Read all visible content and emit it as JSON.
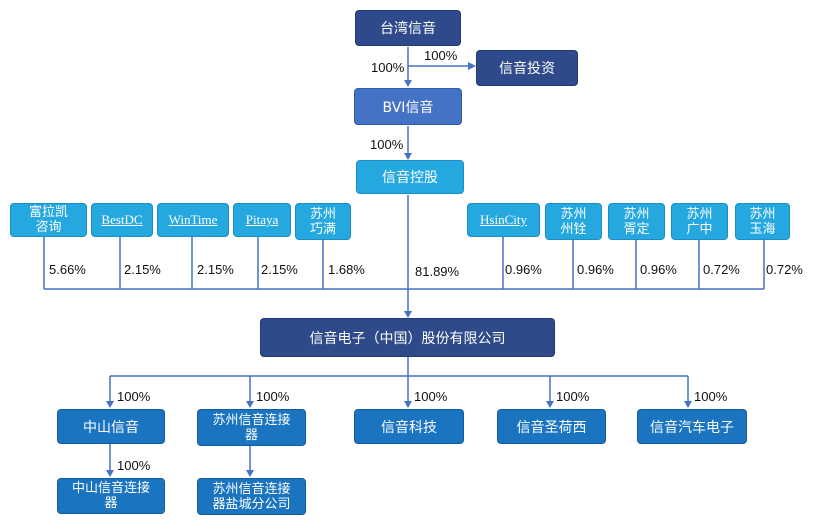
{
  "nodes": {
    "taiwan_xinyin": "台湾信音",
    "xinyin_touzi": "信音投资",
    "bvi_xinyin": "BVI信音",
    "xinyin_konggu": "信音控股",
    "fulakai_line1": "富拉凯",
    "fulakai_line2": "咨询",
    "bestdc": "BestDC",
    "wintime": "WinTime",
    "pitaya": "Pitaya",
    "suzhou_qiaoman_line1": "苏州",
    "suzhou_qiaoman_line2": "巧满",
    "hsincity": "HsinCity",
    "suzhou_zhouquan_line1": "苏州",
    "suzhou_zhouquan_line2": "州铨",
    "suzhou_xuding_line1": "苏州",
    "suzhou_xuding_line2": "胥定",
    "suzhou_guangzhong_line1": "苏州",
    "suzhou_guangzhong_line2": "广中",
    "suzhou_yuhai_line1": "苏州",
    "suzhou_yuhai_line2": "玉海",
    "main_company": "信音电子（中国）股份有限公司",
    "zhongshan_xinyin": "中山信音",
    "suzhou_connector_line1": "苏州信音连接",
    "suzhou_connector_line2": "器",
    "xinyin_keji": "信音科技",
    "xinyin_shenghexi": "信音圣荷西",
    "xinyin_qiche": "信音汽车电子",
    "zhongshan_connector_line1": "中山信音连接",
    "zhongshan_connector_line2": "器",
    "yancheng_branch_line1": "苏州信音连接",
    "yancheng_branch_line2": "器盐城分公司"
  },
  "percentages": {
    "taiwan_to_touzi": "100%",
    "taiwan_to_bvi": "100%",
    "bvi_to_konggu": "100%",
    "fulakai": "5.66%",
    "bestdc": "2.15%",
    "wintime": "2.15%",
    "pitaya": "2.15%",
    "qiaoman": "1.68%",
    "konggu": "81.89%",
    "hsincity": "0.96%",
    "zhouquan": "0.96%",
    "xuding": "0.96%",
    "guangzhong": "0.72%",
    "yuhai": "0.72%",
    "to_zhongshan": "100%",
    "to_suzhou_connector": "100%",
    "to_keji": "100%",
    "to_shenghexi": "100%",
    "to_qiche": "100%",
    "zhongshan_to_connector": "100%"
  },
  "colors": {
    "navy": "#2e4a8a",
    "medium_blue": "#4472c4",
    "cyan": "#25a8e0",
    "subsidiary_blue": "#1a74c0",
    "connector_line": "#4472c4"
  }
}
